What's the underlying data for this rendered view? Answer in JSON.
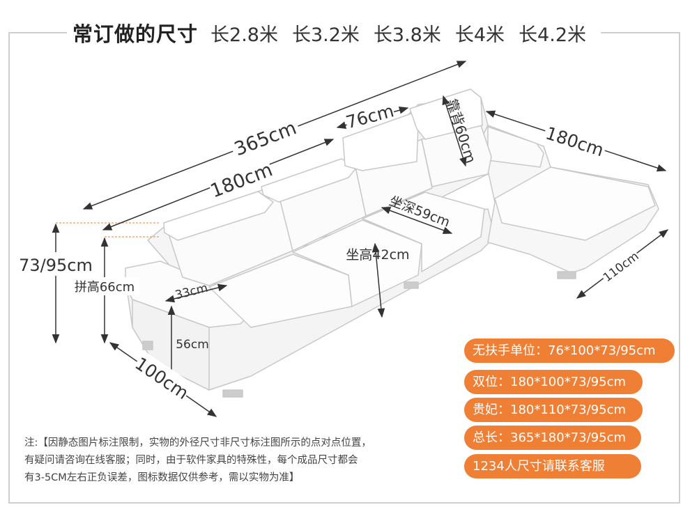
{
  "header": {
    "title": "常订做的尺寸",
    "sizes": [
      "长2.8米",
      "长3.2米",
      "长3.8米",
      "长4米",
      "长4.2米"
    ]
  },
  "dimensions": {
    "total_length": "365cm",
    "seat_section_length": "180cm",
    "headrest_width": "76cm",
    "backrest_height": "靠背60cm",
    "chaise_length": "180cm",
    "seat_depth": "坐深59cm",
    "seat_height": "坐高42cm",
    "overall_height": "73/95cm",
    "joined_height": "拼高66cm",
    "armrest_width": "33cm",
    "armrest_height": "56cm",
    "depth": "100cm",
    "chaise_width": "110cm"
  },
  "note": {
    "lines": [
      "注:【因静态图片标注限制，实物的外径尺寸非尺寸标注图所示的点对点位置，",
      "有疑问请咨询在线客服；同时，由于软件家具的特殊性，每个成品尺寸都会",
      "有3-5CM左右正负误差，图标数据仅供参考，需以实物为准】"
    ]
  },
  "specs": [
    "无扶手单位：76*100*73/95cm",
    "双位：180*100*73/95cm",
    "贵妃：180*110*73/95cm",
    "总长：365*180*73/95cm",
    "1234人尺寸请联系客服"
  ],
  "colors": {
    "accent": "#f07f36",
    "border": "#cfcfcf",
    "dim_line": "#333333",
    "guide": "#f07f36"
  }
}
